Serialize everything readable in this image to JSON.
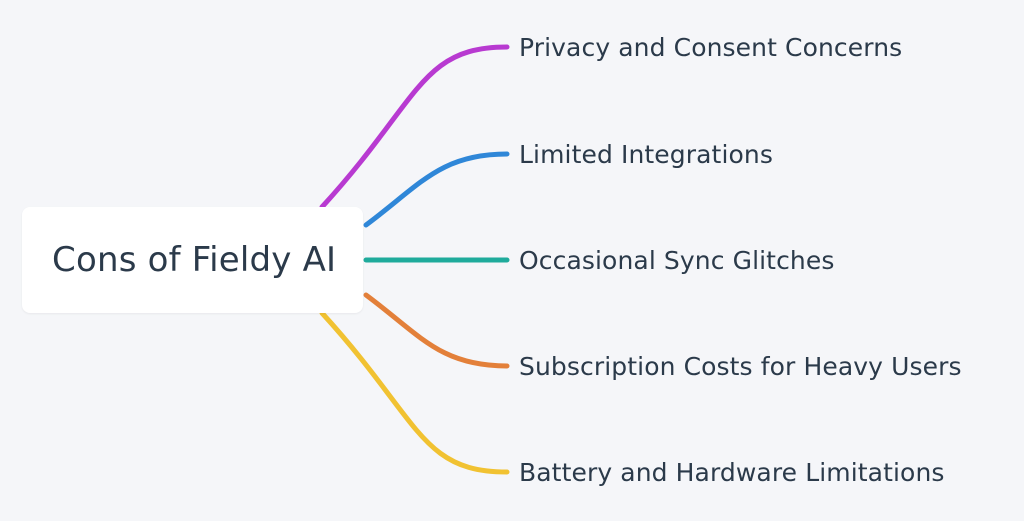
{
  "diagram": {
    "root": {
      "label": "Cons of Fieldy AI"
    },
    "branches": [
      {
        "label": "Privacy and Consent Concerns",
        "color": "#b83ad1"
      },
      {
        "label": "Limited Integrations",
        "color": "#2f87d8"
      },
      {
        "label": "Occasional Sync Glitches",
        "color": "#1fab9c"
      },
      {
        "label": "Subscription Costs for Heavy Users",
        "color": "#e3803a"
      },
      {
        "label": "Battery and Hardware Limitations",
        "color": "#f1c232"
      }
    ]
  }
}
